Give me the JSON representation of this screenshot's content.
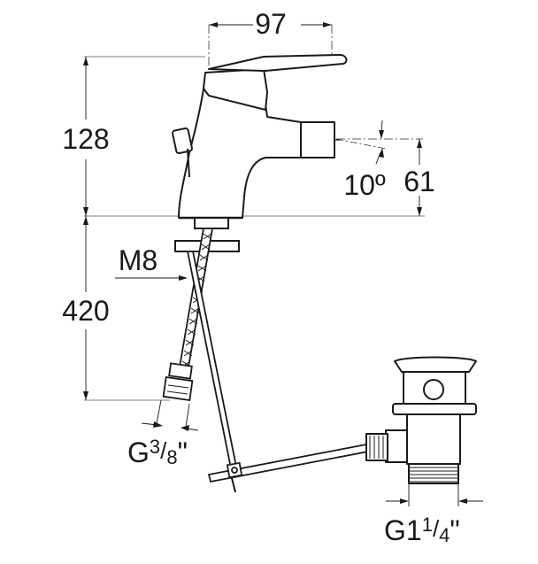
{
  "dimensions": {
    "width_top": "97",
    "height_upper": "128",
    "angle": "10º",
    "spout_height": "61",
    "height_lower": "420",
    "thread_m8": "M8",
    "connector_left": {
      "prefix": "G",
      "sup": "3",
      "sub": "8",
      "quote": "\""
    },
    "connector_right": {
      "prefix": "G1",
      "sup": "1",
      "sub": "4",
      "quote": "\""
    }
  },
  "colors": {
    "line": "#1a1a1a",
    "dash": "#333333",
    "background": "#ffffff"
  }
}
